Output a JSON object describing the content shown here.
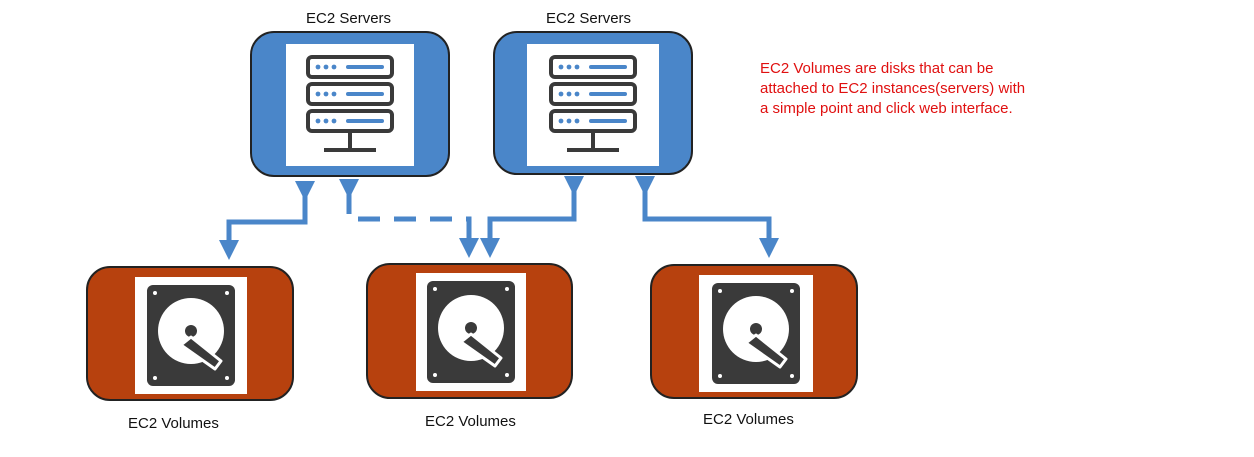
{
  "diagram": {
    "servers": [
      {
        "label": "EC2 Servers",
        "icon": "server-rack-icon"
      },
      {
        "label": "EC2 Servers",
        "icon": "server-rack-icon"
      }
    ],
    "volumes": [
      {
        "label": "EC2 Volumes",
        "icon": "hard-disk-icon"
      },
      {
        "label": "EC2 Volumes",
        "icon": "hard-disk-icon"
      },
      {
        "label": "EC2 Volumes",
        "icon": "hard-disk-icon"
      }
    ],
    "note": {
      "lines": [
        "EC2 Volumes are disks that can be",
        "attached to EC2 instances(servers) with",
        "a simple point and click web interface."
      ]
    },
    "connections": [
      {
        "from": "server-1",
        "to": "volume-1",
        "style": "solid"
      },
      {
        "from": "server-1",
        "to": "volume-2",
        "style": "dashed"
      },
      {
        "from": "server-2",
        "to": "volume-2",
        "style": "solid"
      },
      {
        "from": "server-2",
        "to": "volume-3",
        "style": "solid"
      }
    ],
    "colors": {
      "server_fill": "#4a86c9",
      "volume_fill": "#b7410e",
      "connector": "#4a86c9",
      "note_text": "#e01010",
      "icon_dark": "#3a3a3a"
    }
  }
}
